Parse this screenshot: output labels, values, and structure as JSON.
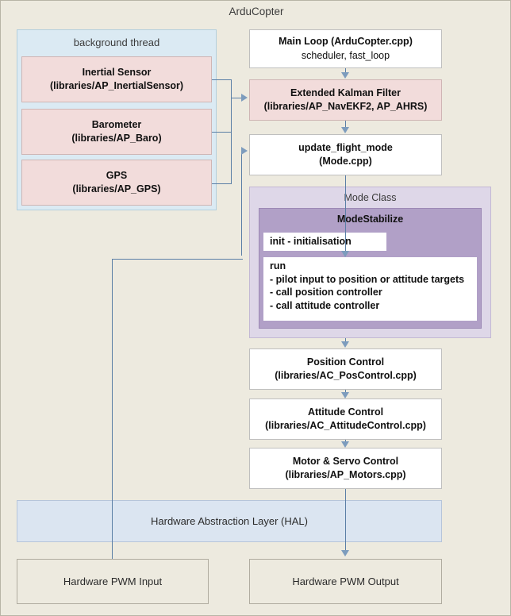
{
  "title": "ArduCopter",
  "background_thread": {
    "label": "background thread",
    "sensors": [
      {
        "name": "Inertial Sensor",
        "path": "(libraries/AP_InertialSensor)"
      },
      {
        "name": "Barometer",
        "path": "(libraries/AP_Baro)"
      },
      {
        "name": "GPS",
        "path": "(libraries/AP_GPS)"
      }
    ]
  },
  "pipeline": {
    "main_loop": {
      "name": "Main Loop (ArduCopter.cpp)",
      "sub": "scheduler, fast_loop"
    },
    "ekf": {
      "name": "Extended Kalman Filter",
      "path": "(libraries/AP_NavEKF2, AP_AHRS)"
    },
    "update_flight_mode": {
      "name": "update_flight_mode",
      "path": "(Mode.cpp)"
    },
    "position_control": {
      "name": "Position Control",
      "path": "(libraries/AC_PosControl.cpp)"
    },
    "attitude_control": {
      "name": "Attitude Control",
      "path": "(libraries/AC_AttitudeControl.cpp)"
    },
    "motor_servo_control": {
      "name": "Motor & Servo Control",
      "path": "(libraries/AP_Motors.cpp)"
    }
  },
  "mode_class": {
    "label": "Mode Class",
    "mode_name": "ModeStabilize",
    "init": "init - initialisation",
    "run_title": "run",
    "run_steps": [
      "- pilot input to position or attitude targets",
      "- call position controller",
      "- call attitude controller"
    ]
  },
  "hal": {
    "label": "Hardware Abstraction Layer (HAL)"
  },
  "pwm": {
    "input": "Hardware PWM Input",
    "output": "Hardware PWM Output"
  },
  "colors": {
    "canvas": "#edeadf",
    "background_thread": "#dbeaf3",
    "sensor": "#f2dcdb",
    "mode_class": "#ded7e8",
    "mode_stabilize": "#b1a0c7",
    "hal": "#dbe5f1",
    "connector": "#5b7fa6",
    "arrow": "#7d9cbd"
  }
}
